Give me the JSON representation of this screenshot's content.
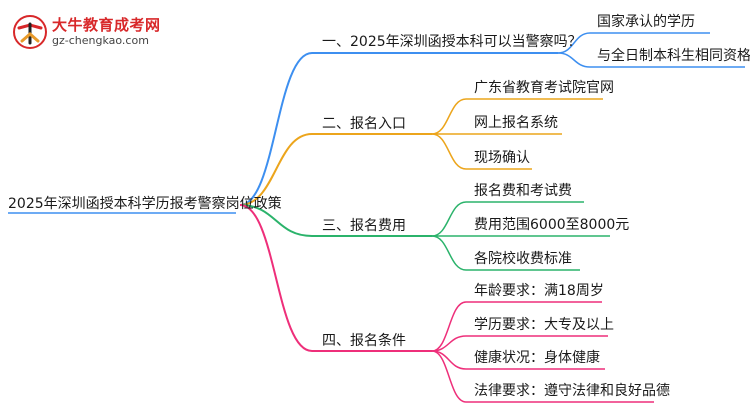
{
  "logo": {
    "title": "大牛教育成考网",
    "url": "gz-chengkao.com",
    "colors": {
      "brand": "#d8282a",
      "accent": "#e89a2a"
    }
  },
  "root": "2025年深圳函授本科学历报考警察岗位政策",
  "branches": [
    {
      "label": "一、2025年深圳函授本科可以当警察吗？",
      "color": "#3d8ff0",
      "children": [
        "国家承认的学历",
        "与全日制本科生相同资格"
      ]
    },
    {
      "label": "二、报名入口",
      "color": "#eca51c",
      "children": [
        "广东省教育考试院官网",
        "网上报名系统",
        "现场确认"
      ]
    },
    {
      "label": "三、报名费用",
      "color": "#2bb36b",
      "children": [
        "报名费和考试费",
        "费用范围6000至8000元",
        "各院校收费标准"
      ]
    },
    {
      "label": "四、报名条件",
      "color": "#ee2f7a",
      "children": [
        "年龄要求：满18周岁",
        "学历要求：大专及以上",
        "健康状况：身体健康",
        "法律要求：遵守法律和良好品德"
      ]
    }
  ]
}
